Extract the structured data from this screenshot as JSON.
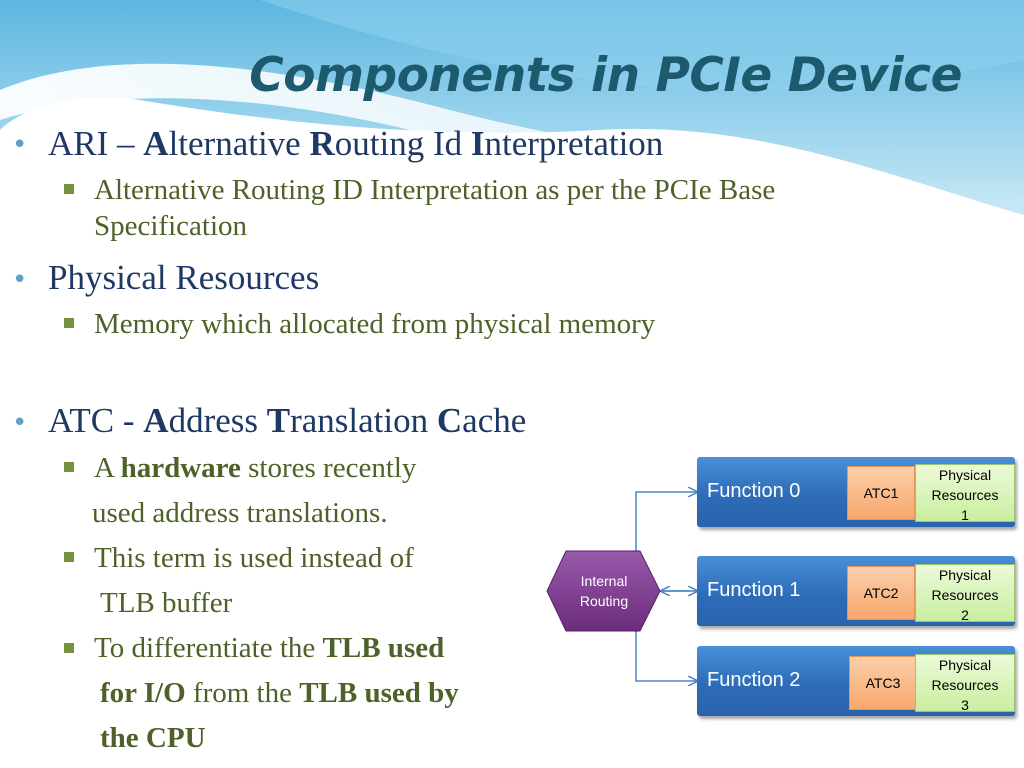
{
  "slide": {
    "title": "Components in PCIe Device",
    "bullets": {
      "ari": {
        "prefix": "ARI – ",
        "A": "A",
        "lternative": "lternative ",
        "R": "R",
        "outing": "outing Id ",
        "I": "I",
        "nterpretation": "nterpretation"
      },
      "ari_sub_line1": "Alternative Routing ID Interpretation as per the PCIe Base",
      "ari_sub_line2": "Specification",
      "phys": "Physical Resources",
      "phys_sub": "Memory which allocated from physical memory",
      "atc": {
        "prefix": "ATC - ",
        "A": "A",
        "ddress": "ddress ",
        "T": "T",
        "ranslation": "ranslation ",
        "C": "C",
        "ache": "ache"
      },
      "atc_sub1": {
        "pre": "A ",
        "bold": "hardware",
        "post": " stores recently",
        "line2": "used address translations."
      },
      "atc_sub2": {
        "line1": "This term is used instead of",
        "line2": "TLB buffer"
      },
      "atc_sub3": {
        "pre": "To differentiate the ",
        "bold1": "TLB used",
        "bold2": "for I/O",
        "mid": " from the ",
        "bold3": "TLB used by",
        "bold4": "the CPU"
      }
    }
  },
  "diagram": {
    "router_line1": "Internal",
    "router_line2": "Routing",
    "functions": [
      {
        "label": "Function 0",
        "atc": "ATC1",
        "res_line1": "Physical",
        "res_line2": "Resources",
        "res_line3": "1"
      },
      {
        "label": "Function 1",
        "atc": "ATC2",
        "res_line1": "Physical",
        "res_line2": "Resources",
        "res_line3": "2"
      },
      {
        "label": "Function 2",
        "atc": "ATC3",
        "res_line1": "Physical",
        "res_line2": "Resources",
        "res_line3": "3"
      }
    ],
    "colors": {
      "function": "#2e6cb8",
      "atc": "#f7a86d",
      "resources": "#c9eea0",
      "router": "#7a3a8a",
      "title": "#1d5a6e"
    }
  }
}
